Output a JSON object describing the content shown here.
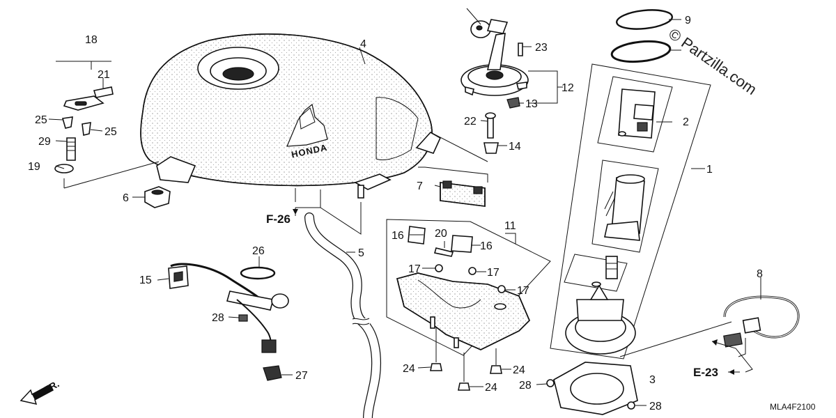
{
  "diagram": {
    "watermark": "© Partzilla.com",
    "drawing_code": "MLA4F2100",
    "front_label": "FR.",
    "tank_brand": "HONDA",
    "references": [
      {
        "id": "ref-f26",
        "text": "F-26"
      },
      {
        "id": "ref-e23",
        "text": "E-23"
      }
    ],
    "callouts": [
      {
        "id": "c1",
        "text": "1"
      },
      {
        "id": "c2",
        "text": "2"
      },
      {
        "id": "c3",
        "text": "3"
      },
      {
        "id": "c4",
        "text": "4"
      },
      {
        "id": "c5",
        "text": "5"
      },
      {
        "id": "c6",
        "text": "6"
      },
      {
        "id": "c7",
        "text": "7"
      },
      {
        "id": "c8",
        "text": "8"
      },
      {
        "id": "c9",
        "text": "9"
      },
      {
        "id": "c11",
        "text": "11"
      },
      {
        "id": "c12",
        "text": "12"
      },
      {
        "id": "c13",
        "text": "13"
      },
      {
        "id": "c14",
        "text": "14"
      },
      {
        "id": "c15",
        "text": "15"
      },
      {
        "id": "c16a",
        "text": "16"
      },
      {
        "id": "c16b",
        "text": "16"
      },
      {
        "id": "c17a",
        "text": "17"
      },
      {
        "id": "c17b",
        "text": "17"
      },
      {
        "id": "c17c",
        "text": "17"
      },
      {
        "id": "c18",
        "text": "18"
      },
      {
        "id": "c19",
        "text": "19"
      },
      {
        "id": "c20",
        "text": "20"
      },
      {
        "id": "c21",
        "text": "21"
      },
      {
        "id": "c22",
        "text": "22"
      },
      {
        "id": "c23",
        "text": "23"
      },
      {
        "id": "c24a",
        "text": "24"
      },
      {
        "id": "c24b",
        "text": "24"
      },
      {
        "id": "c24c",
        "text": "24"
      },
      {
        "id": "c25a",
        "text": "25"
      },
      {
        "id": "c25b",
        "text": "25"
      },
      {
        "id": "c26",
        "text": "26"
      },
      {
        "id": "c27",
        "text": "27"
      },
      {
        "id": "c28a",
        "text": "28"
      },
      {
        "id": "c28b",
        "text": "28"
      },
      {
        "id": "c28c",
        "text": "28"
      },
      {
        "id": "c29",
        "text": "29"
      }
    ]
  }
}
